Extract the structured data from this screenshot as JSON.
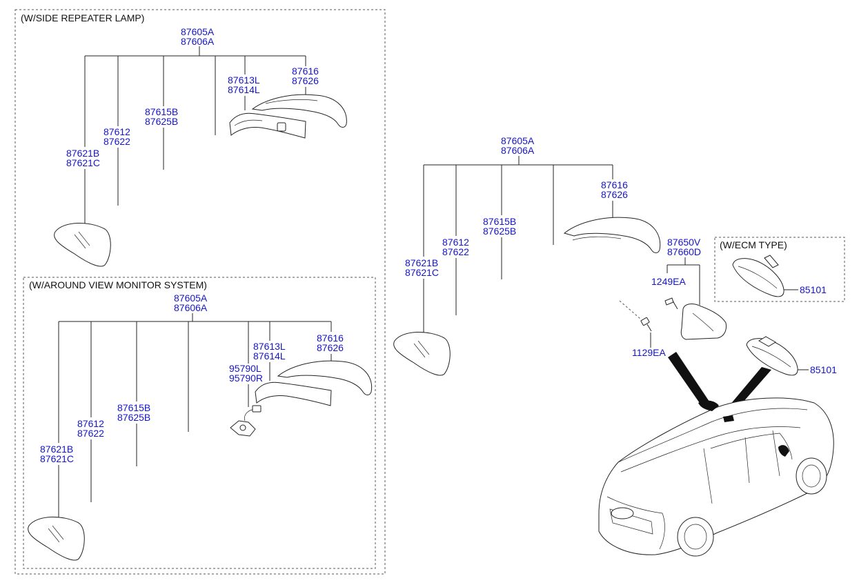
{
  "boxes": {
    "side_repeater": "(W/SIDE REPEATER LAMP)",
    "around_view": "(W/AROUND VIEW MONITOR SYSTEM)",
    "ecm": "(W/ECM TYPE)"
  },
  "groupA": {
    "assy_1": "87605A",
    "assy_2": "87606A",
    "cover_1": "87616",
    "cover_2": "87626",
    "lamp_1": "87613L",
    "lamp_2": "87614L",
    "holder_1": "87615B",
    "holder_2": "87625B",
    "motor_1": "87612",
    "motor_2": "87622",
    "glass_1": "87621B",
    "glass_2": "87621C"
  },
  "groupB": {
    "assy_1": "87605A",
    "assy_2": "87606A",
    "cover_1": "87616",
    "cover_2": "87626",
    "lamp_1": "87613L",
    "lamp_2": "87614L",
    "camera_1": "95790L",
    "camera_2": "95790R",
    "holder_1": "87615B",
    "holder_2": "87625B",
    "motor_1": "87612",
    "motor_2": "87622",
    "glass_1": "87621B",
    "glass_2": "87621C"
  },
  "groupC": {
    "assy_1": "87605A",
    "assy_2": "87606A",
    "cover_1": "87616",
    "cover_2": "87626",
    "holder_1": "87615B",
    "holder_2": "87625B",
    "motor_1": "87612",
    "motor_2": "87622",
    "glass_1": "87621B",
    "glass_2": "87621C"
  },
  "inside": {
    "cover_1": "87650V",
    "cover_2": "87660D",
    "screw": "1249EA",
    "bolt": "1129EA",
    "mirror_ecm": "85101",
    "mirror": "85101"
  }
}
